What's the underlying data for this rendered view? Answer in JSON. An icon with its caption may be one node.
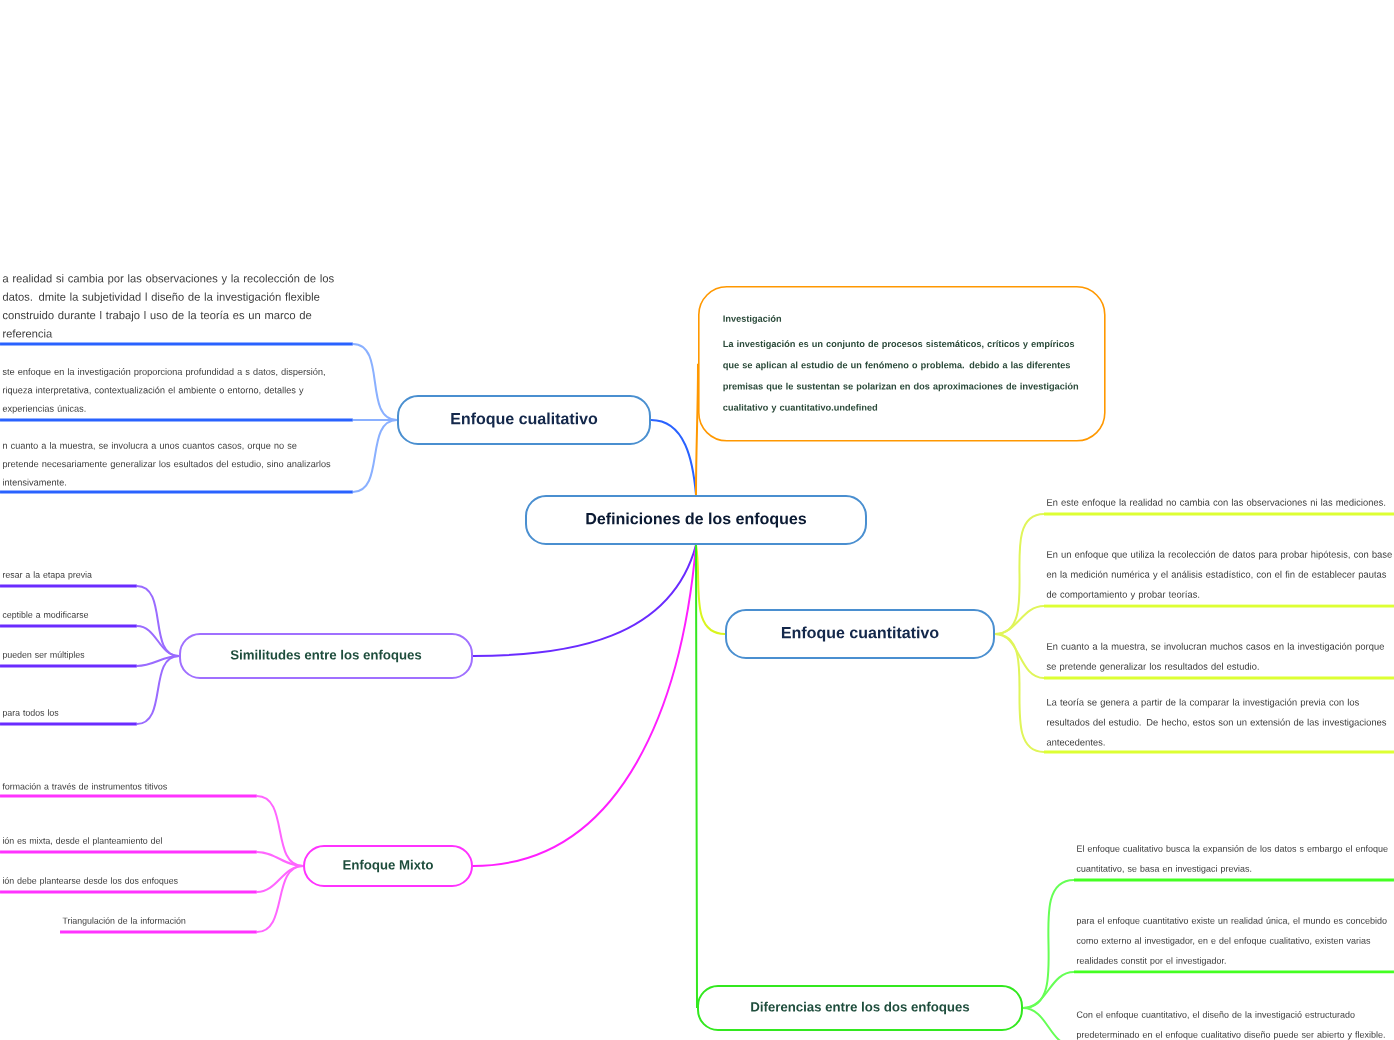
{
  "diagram": {
    "nodes": [
      {
        "text": [
          "Definiciones de los enfoques"
        ]
      },
      {
        "text": [
          "Enfoque cualitativo"
        ]
      },
      {
        "text": [
          "Investigación",
          "La investigación es un conjunto de procesos sistemáticos, críticos y empíricos que se aplican al estudio de un fenómeno o problema. debido a las diferentes premisas que le sustentan se polarizan en dos aproximaciones de investigación cualitativo y cuantitativo.undefined"
        ]
      },
      {
        "text": [
          "Enfoque cuantitativo"
        ]
      },
      {
        "text": [
          "Similitudes entre los enfoques"
        ]
      },
      {
        "text": [
          "Enfoque Mixto"
        ]
      },
      {
        "text": [
          "Diferencias entre los dos enfoques"
        ]
      },
      {
        "text": [
          "a realidad si cambia por las observaciones y la recolección de los datos. dmite la subjetividad l diseño de la investigación flexible construido durante l trabajo l uso de la teoría es un marco de referencia"
        ]
      },
      {
        "text": [
          "ste enfoque en la investigación proporciona profundidad a s datos, dispersión, riqueza interpretativa, contextualización el ambiente o entorno, detalles y experiencias únicas."
        ]
      },
      {
        "text": [
          "n cuanto a la muestra, se involucra a unos cuantos casos, orque no se pretende necesariamente generalizar los esultados del estudio, sino analizarlos intensivamente."
        ]
      },
      {
        "text": [
          "resar a la etapa previa"
        ]
      },
      {
        "text": [
          "ceptible a modificarse"
        ]
      },
      {
        "text": [
          "pueden ser múltiples"
        ]
      },
      {
        "text": [
          "para todos los"
        ]
      },
      {
        "text": [
          "formación a través de instrumentos titivos"
        ]
      },
      {
        "text": [
          "ión es mixta, desde el planteamiento del"
        ]
      },
      {
        "text": [
          "ión debe plantearse desde los dos enfoques"
        ]
      },
      {
        "text": [
          "Triangulación de la información"
        ]
      },
      {
        "text": [
          "En este enfoque la realidad no cambia con las observaciones ni las mediciones."
        ]
      },
      {
        "text": [
          "En un enfoque que utiliza la recolección de datos para probar hipótesis, con base en la medición numérica y el análisis estadístico, con el fin de establecer pautas de comportamiento y probar teorías."
        ]
      },
      {
        "text": [
          "En cuanto a la muestra, se involucran muchos casos en la investigación porque se pretende generalizar los resultados del estudio."
        ]
      },
      {
        "text": [
          "La teoría se genera a partir de la comparar la investigación previa con los resultados del estudio. De hecho, estos son un extensión de las investigaciones antecedentes."
        ]
      },
      {
        "text": [
          "El enfoque cualitativo busca la expansión de los datos s embargo el enfoque cuantitativo, se basa en investigaci previas."
        ]
      },
      {
        "text": [
          "para el enfoque cuantitativo existe un realidad única, el mundo es concebido como externo al investigador, en e del enfoque cualitativo, existen varias realidades constit por el investigador."
        ]
      },
      {
        "text": [
          "Con el enfoque cuantitativo, el diseño de la investigació estructurado predeterminado en el enfoque cualitativo diseño puede ser abierto y flexible."
        ]
      }
    ],
    "edges": [
      {
        "from": 0,
        "to": 1,
        "arrow": "none",
        "color": "#2962ff"
      },
      {
        "from": 0,
        "to": 2,
        "arrow": "none",
        "color": "#ff9800"
      },
      {
        "from": 0,
        "to": 3,
        "arrow": "none",
        "color": "#d9f51e"
      },
      {
        "from": 0,
        "to": 4,
        "arrow": "none",
        "color": "#6a2bff"
      },
      {
        "from": 0,
        "to": 5,
        "arrow": "none",
        "color": "#ff1fff"
      },
      {
        "from": 0,
        "to": 6,
        "arrow": "none",
        "color": "#33e81f"
      },
      {
        "from": 1,
        "to": 7,
        "arrow": "none",
        "color": "#8ab0ff"
      },
      {
        "from": 1,
        "to": 8,
        "arrow": "none",
        "color": "#8ab0ff"
      },
      {
        "from": 1,
        "to": 9,
        "arrow": "none",
        "color": "#8ab0ff"
      },
      {
        "from": 4,
        "to": 10,
        "arrow": "none",
        "color": "#9a6bff"
      },
      {
        "from": 4,
        "to": 11,
        "arrow": "none",
        "color": "#9a6bff"
      },
      {
        "from": 4,
        "to": 12,
        "arrow": "none",
        "color": "#9a6bff"
      },
      {
        "from": 4,
        "to": 13,
        "arrow": "none",
        "color": "#9a6bff"
      },
      {
        "from": 5,
        "to": 14,
        "arrow": "none",
        "color": "#ff66ff"
      },
      {
        "from": 5,
        "to": 15,
        "arrow": "none",
        "color": "#ff66ff"
      },
      {
        "from": 5,
        "to": 16,
        "arrow": "none",
        "color": "#ff66ff"
      },
      {
        "from": 5,
        "to": 17,
        "arrow": "none",
        "color": "#ff66ff"
      },
      {
        "from": 3,
        "to": 18,
        "arrow": "none",
        "color": "#e0f55a"
      },
      {
        "from": 3,
        "to": 19,
        "arrow": "none",
        "color": "#e0f55a"
      },
      {
        "from": 3,
        "to": 20,
        "arrow": "none",
        "color": "#e0f55a"
      },
      {
        "from": 3,
        "to": 21,
        "arrow": "none",
        "color": "#e0f55a"
      },
      {
        "from": 6,
        "to": 22,
        "arrow": "none",
        "color": "#66ff55"
      },
      {
        "from": 6,
        "to": 23,
        "arrow": "none",
        "color": "#66ff55"
      },
      {
        "from": 6,
        "to": 24,
        "arrow": "none",
        "color": "#66ff55"
      }
    ]
  }
}
